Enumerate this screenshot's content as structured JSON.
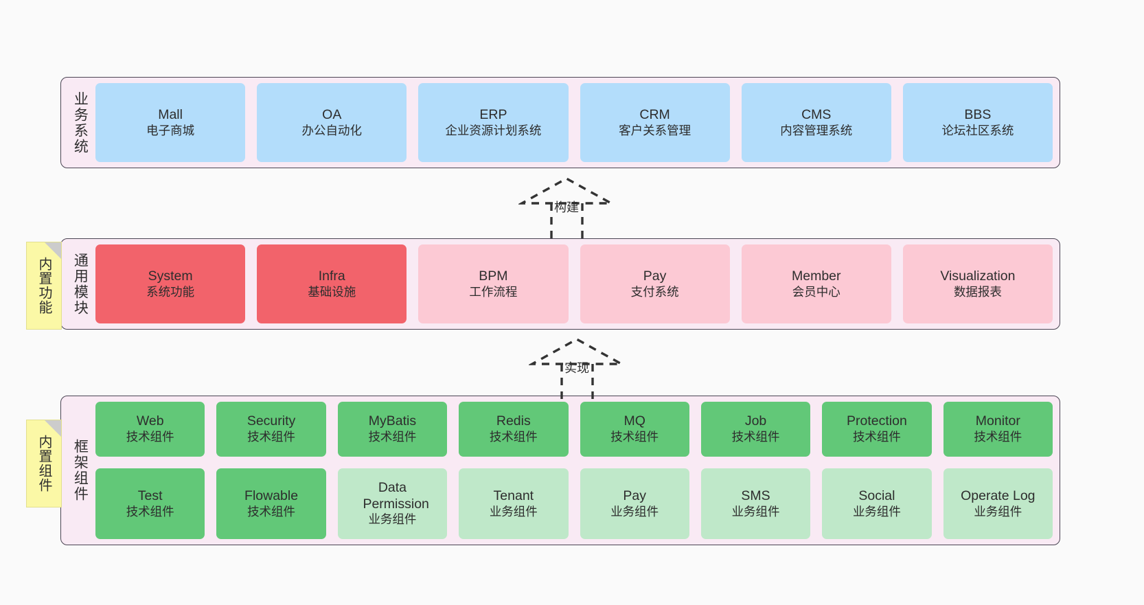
{
  "diagram": {
    "background": "#fafafa",
    "panel_fill": "#f9eaf4",
    "panel_border": "#4a4453",
    "layers": [
      {
        "id": "business",
        "title": "业务系统",
        "rows": [
          [
            {
              "title": "Mall",
              "sub": "电子商城",
              "color": "#b3ddfb"
            },
            {
              "title": "OA",
              "sub": "办公自动化",
              "color": "#b3ddfb"
            },
            {
              "title": "ERP",
              "sub": "企业资源计划系统",
              "color": "#b3ddfb"
            },
            {
              "title": "CRM",
              "sub": "客户关系管理",
              "color": "#b3ddfb"
            },
            {
              "title": "CMS",
              "sub": "内容管理系统",
              "color": "#b3ddfb"
            },
            {
              "title": "BBS",
              "sub": "论坛社区系统",
              "color": "#b3ddfb"
            }
          ]
        ]
      },
      {
        "id": "common",
        "title": "通用模块",
        "rows": [
          [
            {
              "title": "System",
              "sub": "系统功能",
              "color": "#f2636b"
            },
            {
              "title": "Infra",
              "sub": "基础设施",
              "color": "#f2636b"
            },
            {
              "title": "BPM",
              "sub": "工作流程",
              "color": "#fcc9d4"
            },
            {
              "title": "Pay",
              "sub": "支付系统",
              "color": "#fcc9d4"
            },
            {
              "title": "Member",
              "sub": "会员中心",
              "color": "#fcc9d4"
            },
            {
              "title": "Visualization",
              "sub": "数据报表",
              "color": "#fcc9d4"
            }
          ]
        ]
      },
      {
        "id": "framework",
        "title": "框架组件",
        "rows": [
          [
            {
              "title": "Web",
              "sub": "技术组件",
              "color": "#62c878"
            },
            {
              "title": "Security",
              "sub": "技术组件",
              "color": "#62c878"
            },
            {
              "title": "MyBatis",
              "sub": "技术组件",
              "color": "#62c878"
            },
            {
              "title": "Redis",
              "sub": "技术组件",
              "color": "#62c878"
            },
            {
              "title": "MQ",
              "sub": "技术组件",
              "color": "#62c878"
            },
            {
              "title": "Job",
              "sub": "技术组件",
              "color": "#62c878"
            },
            {
              "title": "Protection",
              "sub": "技术组件",
              "color": "#62c878"
            },
            {
              "title": "Monitor",
              "sub": "技术组件",
              "color": "#62c878"
            }
          ],
          [
            {
              "title": "Test",
              "sub": "技术组件",
              "color": "#62c878"
            },
            {
              "title": "Flowable",
              "sub": "技术组件",
              "color": "#62c878"
            },
            {
              "title": "Data Permission",
              "sub": "业务组件",
              "color": "#bfe8c9"
            },
            {
              "title": "Tenant",
              "sub": "业务组件",
              "color": "#bfe8c9"
            },
            {
              "title": "Pay",
              "sub": "业务组件",
              "color": "#bfe8c9"
            },
            {
              "title": "SMS",
              "sub": "业务组件",
              "color": "#bfe8c9"
            },
            {
              "title": "Social",
              "sub": "业务组件",
              "color": "#bfe8c9"
            },
            {
              "title": "Operate Log",
              "sub": "业务组件",
              "color": "#bfe8c9"
            }
          ]
        ]
      }
    ],
    "sticky_notes": [
      {
        "id": "builtin-features",
        "text": "内置功能",
        "color": "#fbf8a6"
      },
      {
        "id": "builtin-components",
        "text": "内置组件",
        "color": "#fbf8a6"
      }
    ],
    "connectors": [
      {
        "id": "build",
        "label": "构建",
        "style": "dashed-hollow-triangle"
      },
      {
        "id": "implement",
        "label": "实现",
        "style": "dashed-hollow-triangle"
      }
    ]
  }
}
